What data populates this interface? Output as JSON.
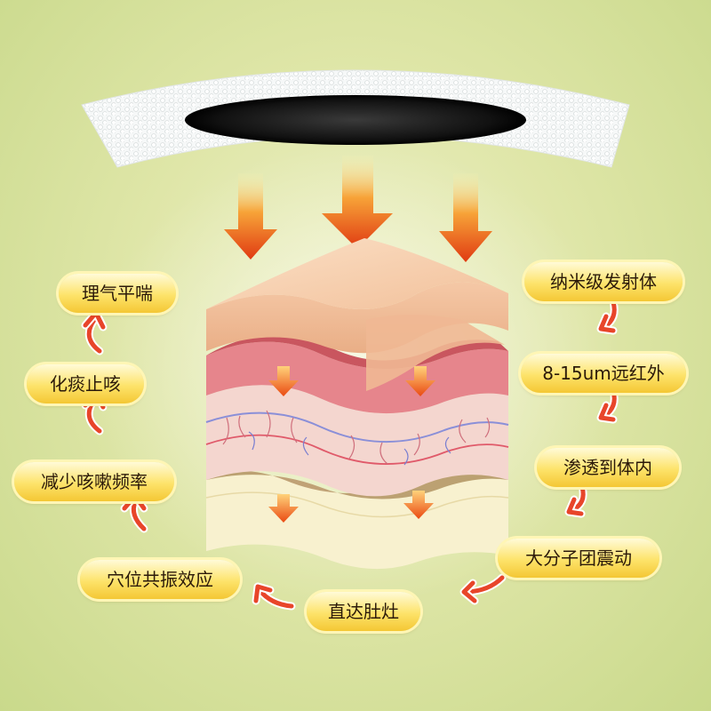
{
  "left_labels": [
    "理气平喘",
    "化痰止咳",
    "减少咳嗽频率",
    "穴位共振效应"
  ],
  "right_labels": [
    "纳米级发射体",
    "8-15um远红外",
    "渗透到体内",
    "大分子团震动"
  ],
  "bottom_label": "直达肚灶",
  "colors": {
    "background": "#dfe6a8",
    "pill_fill": "#fde36a",
    "pill_border": "#fff6b5",
    "arrow_orange": "#f07a1a",
    "arrow_red": "#e03a12",
    "skin_top": "#f6cfae",
    "dermis": "#e6858c",
    "fat": "#f4d6cf",
    "base": "#f8f1cf",
    "patch_dark": "#1b1b1b"
  }
}
